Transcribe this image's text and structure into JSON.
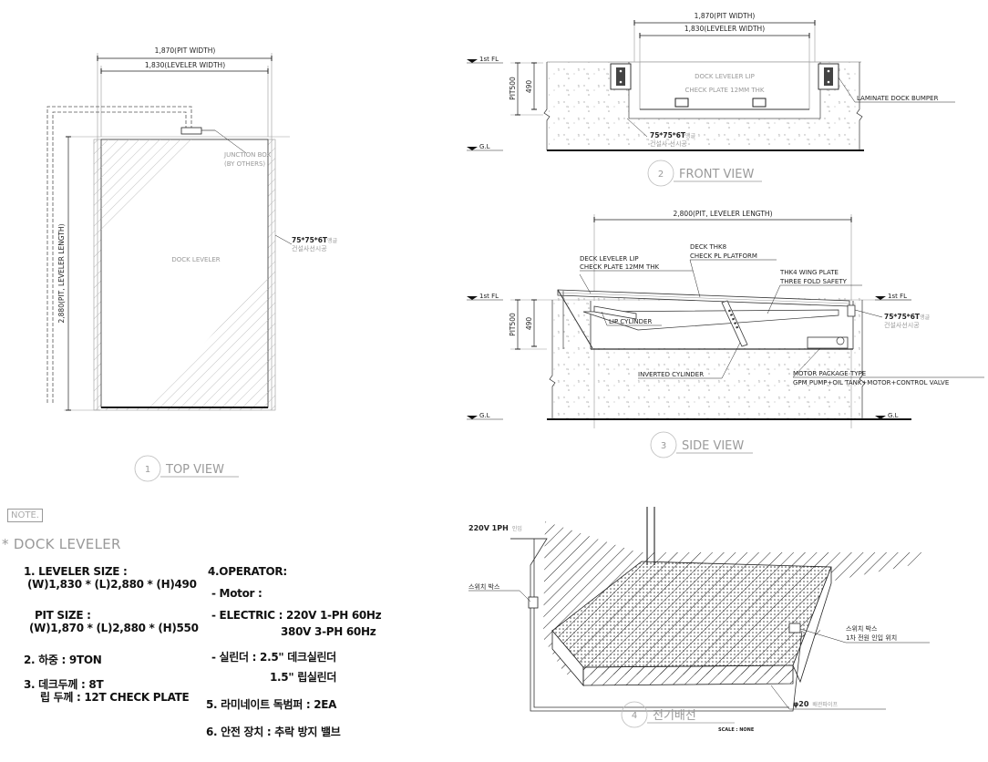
{
  "top_view": {
    "title": "TOP VIEW",
    "number": "1",
    "dim_pit_width": "1,870(PIT WIDTH)",
    "dim_leveler_width": "1,830(LEVELER WIDTH)",
    "dim_length": "2,880(PIT, LEVELER LENGTH)",
    "junction_box_line1": "JUNCTION BOX",
    "junction_box_line2": "(BY OTHERS)",
    "dock_leveler": "DOCK LEVELER",
    "angle_label": "75*75*6T",
    "angle_suffix": "앵글",
    "angle_note": "건설사선시공"
  },
  "front_view": {
    "title": "FRONT VIEW",
    "number": "2",
    "dim_pit_width": "1,870(PIT WIDTH)",
    "dim_leveler_width": "1,830(LEVELER WIDTH)",
    "first_fl": "1st FL",
    "gl": "G.L",
    "pit": "PIT500",
    "dim_490": "490",
    "lip_line1": "DOCK LEVELER LIP",
    "lip_line2": "CHECK PLATE 12MM THK",
    "bumper": "LAMINATE DOCK BUMPER",
    "angle_label": "75*75*6T",
    "angle_suffix": "앵글",
    "angle_note": "건설사 선시공"
  },
  "side_view": {
    "title": "SIDE VIEW",
    "number": "3",
    "dim_length": "2,800(PIT, LEVELER LENGTH)",
    "first_fl": "1st FL",
    "gl": "G.L",
    "pit": "PIT500",
    "dim_490": "490",
    "lip_line1": "DECK LEVELER LIP",
    "lip_line2": "CHECK PLATE 12MM THK",
    "deck_line1": "DECK THK8",
    "deck_line2": "CHECK PL PLATFORM",
    "wing_line1": "THK4 WING PLATE",
    "wing_line2": "THREE FOLD SAFETY",
    "lip_cylinder": "LIP CYLINDER",
    "inverted_cylinder": "INVERTED CYLINDER",
    "motor_line1": "MOTOR PACKAGE TYPE",
    "motor_line2": "GPM PUMP+OIL TANK+MOTOR+CONTROL VALVE",
    "angle_label": "75*75*6T",
    "angle_suffix": "앵글",
    "angle_note": "건설사선시공"
  },
  "electric_view": {
    "title": "전기배선",
    "number": "4",
    "scale": "SCALE : NONE",
    "power": "220V 1PH",
    "power_suffix": "인입",
    "switch_box": "스위치 박스",
    "switch_box2_line1": "스위치 박스",
    "switch_box2_line2": "1차 전원 인입 위치",
    "pipe": "φ20",
    "pipe_suffix": "배관파이프"
  },
  "notes": {
    "note_label": "NOTE.",
    "heading": "* DOCK LEVELER",
    "item1_title": "1. LEVELER SIZE  :",
    "item1_value": "(W)1,830 * (L)2,880 * (H)490",
    "pit_title": "PIT SIZE          :",
    "pit_value": "(W)1,870 * (L)2,880 * (H)550",
    "item2": "2. 하중 : 9TON",
    "item3_line1": "3. 데크두께 : 8T",
    "item3_line2": "립   두께 :  12T CHECK PLATE",
    "item4_title": "4.OPERATOR:",
    "item4_motor": "- Motor :",
    "item4_electric1": "- ELECTRIC : 220V 1-PH 60Hz",
    "item4_electric2": "380V 3-PH 60Hz",
    "item4_cyl1": "- 실린더 : 2.5\" 데크실린더",
    "item4_cyl2": "1.5\" 립실린더",
    "item5": "5. 라미네이트 독범퍼 : 2EA",
    "item6": "6. 안전 장치 : 추락 방지 밸브"
  }
}
